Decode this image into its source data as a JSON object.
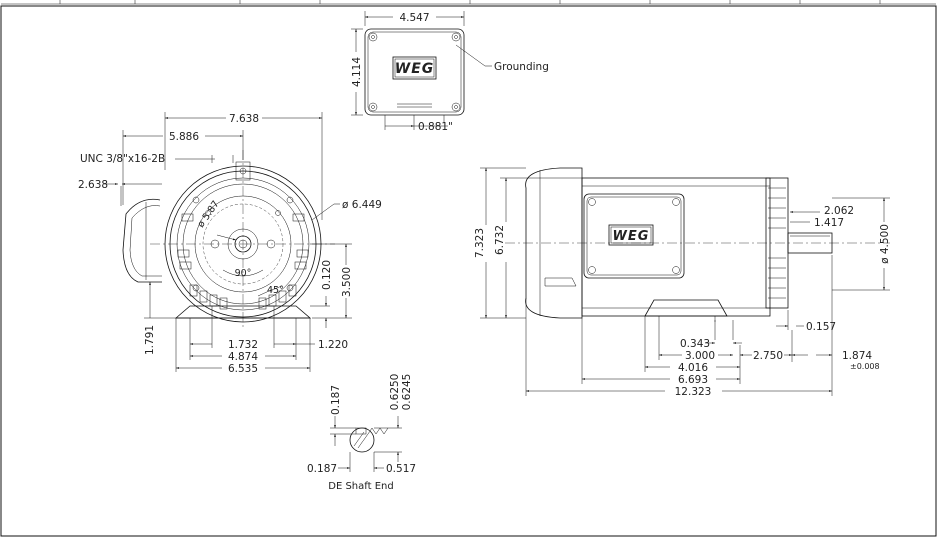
{
  "logo_text": "WEG",
  "colors": {
    "ink": "#111111",
    "paper": "#ffffff"
  },
  "terminal_box": {
    "width": "4.547",
    "height": "4.114",
    "offset": "0.881\"",
    "grounding": "Grounding"
  },
  "front_view": {
    "overall_height": "7.638",
    "to_lead": "5.886",
    "thread": "UNC 3/8\"x16-2B",
    "box_offset": "2.638",
    "diameter": "ø 6.449",
    "bolt_circle": "ø 5.87",
    "angle_90": "90°",
    "angle_45": "45°",
    "foot_thickness": "0.120",
    "shaft_height": "3.500",
    "foot_height": "1.791",
    "hole_spacing": "1.732",
    "base_width": "4.874",
    "foot_edge": "1.220",
    "overall_width": "6.535"
  },
  "side_view": {
    "overall_height": "7.323",
    "frame_height": "6.732",
    "key_length": "2.062",
    "shaft_ext": "1.417",
    "shaft_dia": "ø 4.500",
    "shoulder": "0.157",
    "slot": "0.343",
    "foot_spacing": "3.000",
    "to_shaft": "2.750",
    "shaft_len": "1.874",
    "tolerance": "±0.008",
    "foot_length": "4.016",
    "body_length": "6.693",
    "overall_length": "12.323"
  },
  "shaft_end": {
    "key_width": "0.187",
    "dia_max": "0.6250",
    "dia_min": "0.6245",
    "key_depth": "0.187",
    "flat_depth": "0.517",
    "caption": "DE Shaft End"
  }
}
